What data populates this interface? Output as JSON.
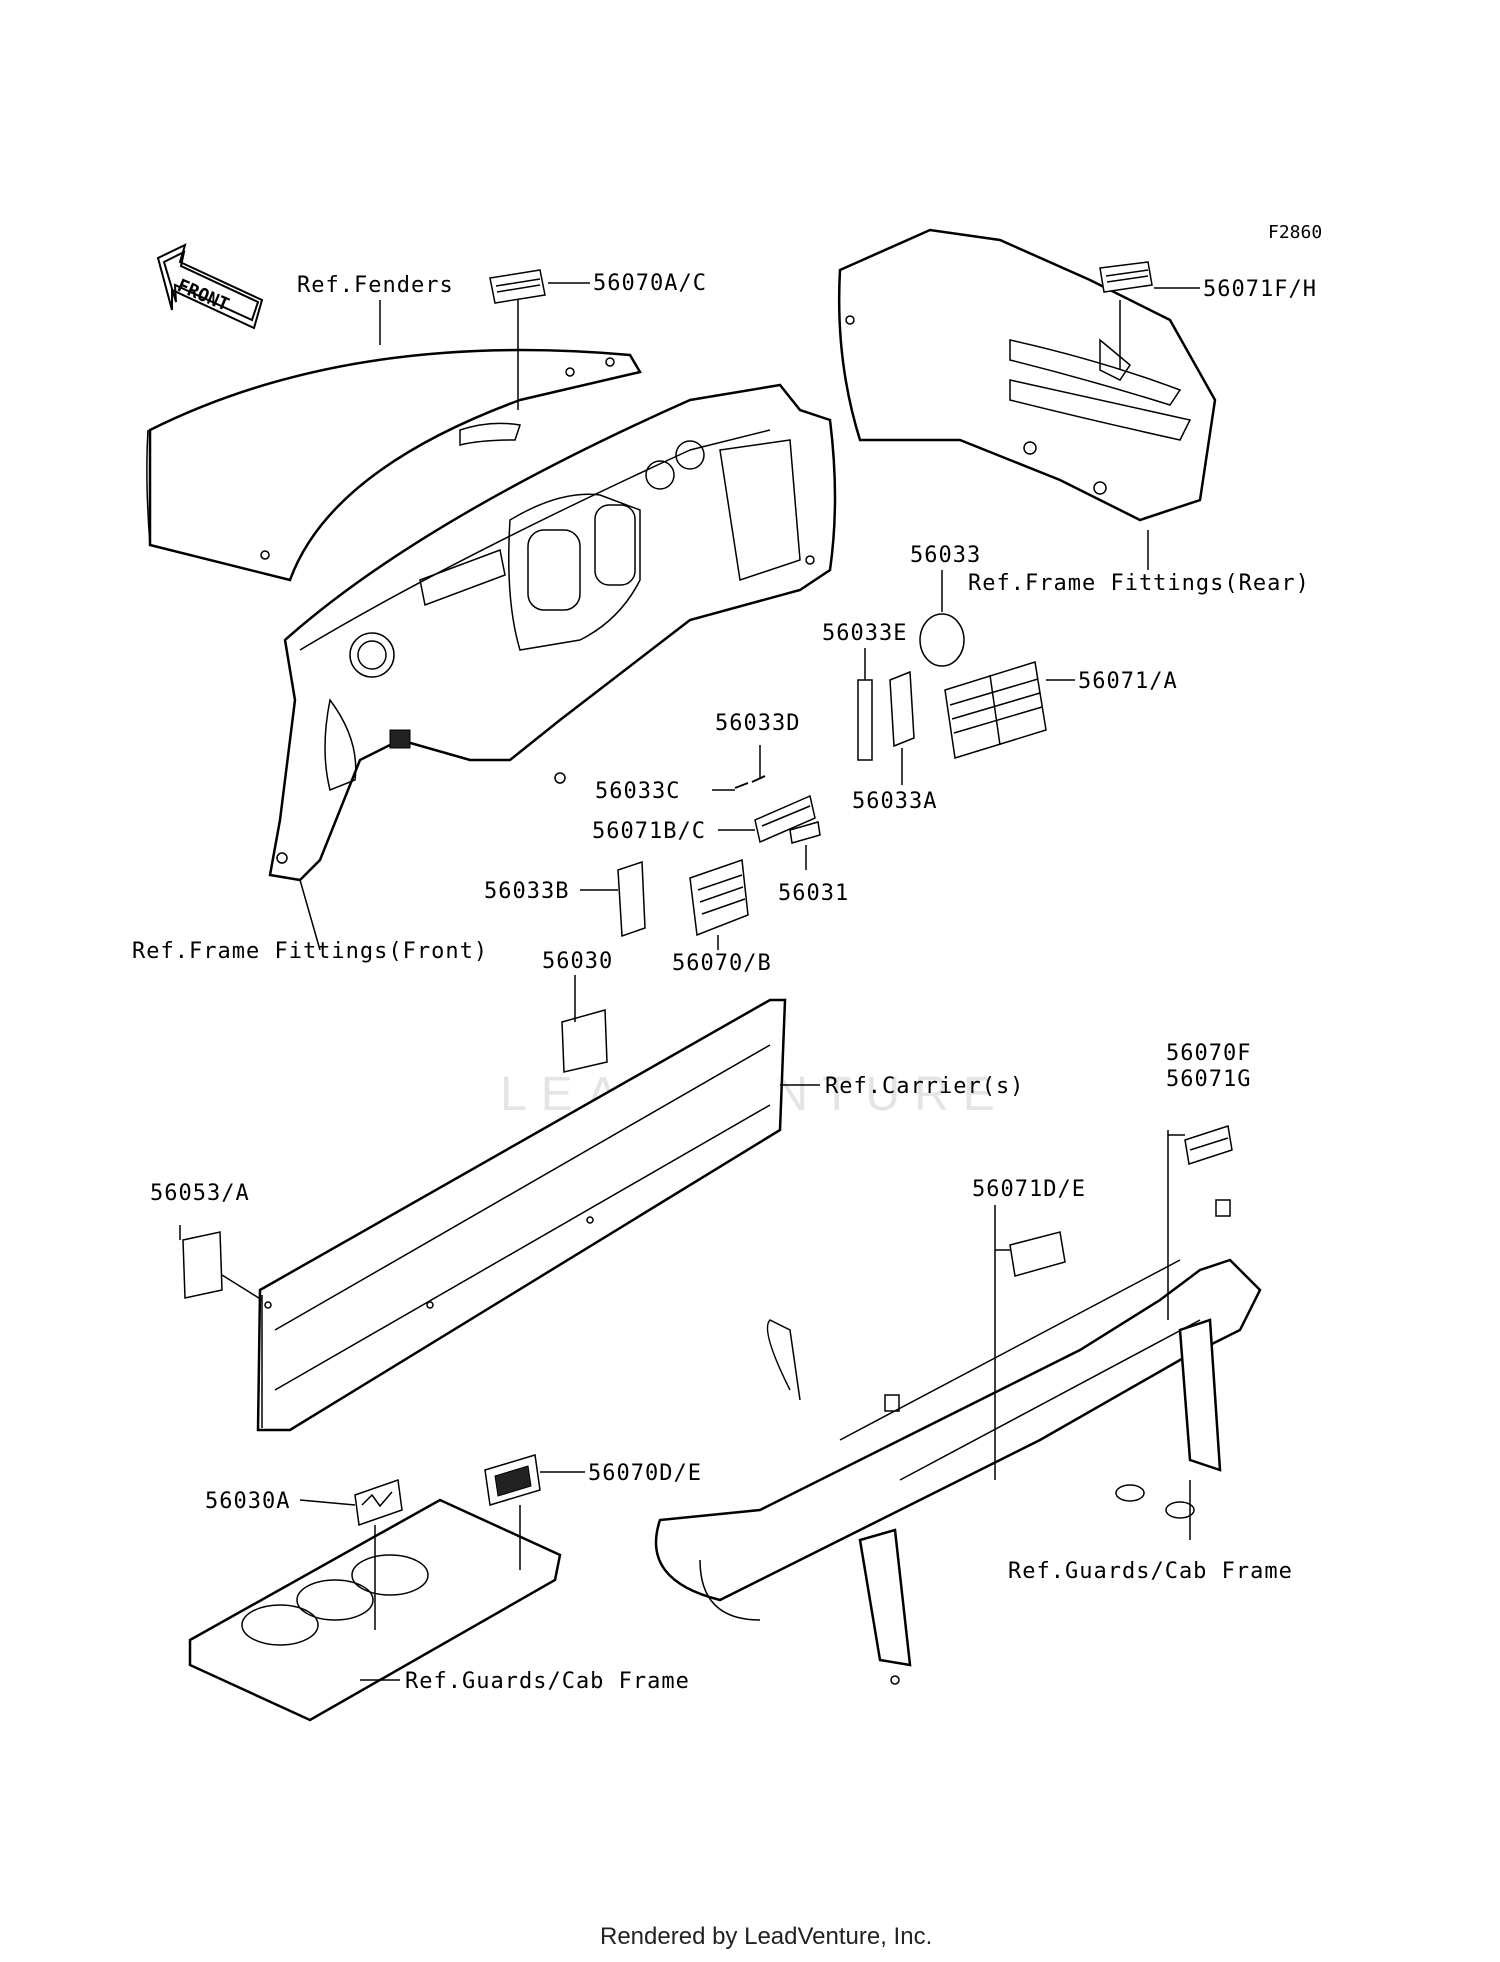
{
  "figure_code": "F2860",
  "front_arrow": {
    "text": "FRONT",
    "icon": "front-arrow-icon"
  },
  "callouts": {
    "c56070AC": "56070A/C",
    "c56071FH": "56071F/H",
    "c56033": "56033",
    "c56033E": "56033E",
    "c56071A": "56071/A",
    "c56033D": "56033D",
    "c56033C": "56033C",
    "c56033A": "56033A",
    "c56071BC": "56071B/C",
    "c56031": "56031",
    "c56033B": "56033B",
    "c56070B": "56070/B",
    "c56030": "56030",
    "c56070F": "56070F",
    "c56071G": "56071G",
    "c56071DE": "56071D/E",
    "c56053A": "56053/A",
    "c56030A": "56030A",
    "c56070DE": "56070D/E"
  },
  "references": {
    "fenders": "Ref.Fenders",
    "frame_rear": "Ref.Frame Fittings(Rear)",
    "frame_front": "Ref.Frame Fittings(Front)",
    "carrier": "Ref.Carrier(s)",
    "guards_right": "Ref.Guards/Cab Frame",
    "guards_left": "Ref.Guards/Cab Frame"
  },
  "watermark": "LEADVENTURE",
  "footer": "Rendered by LeadVenture, Inc."
}
